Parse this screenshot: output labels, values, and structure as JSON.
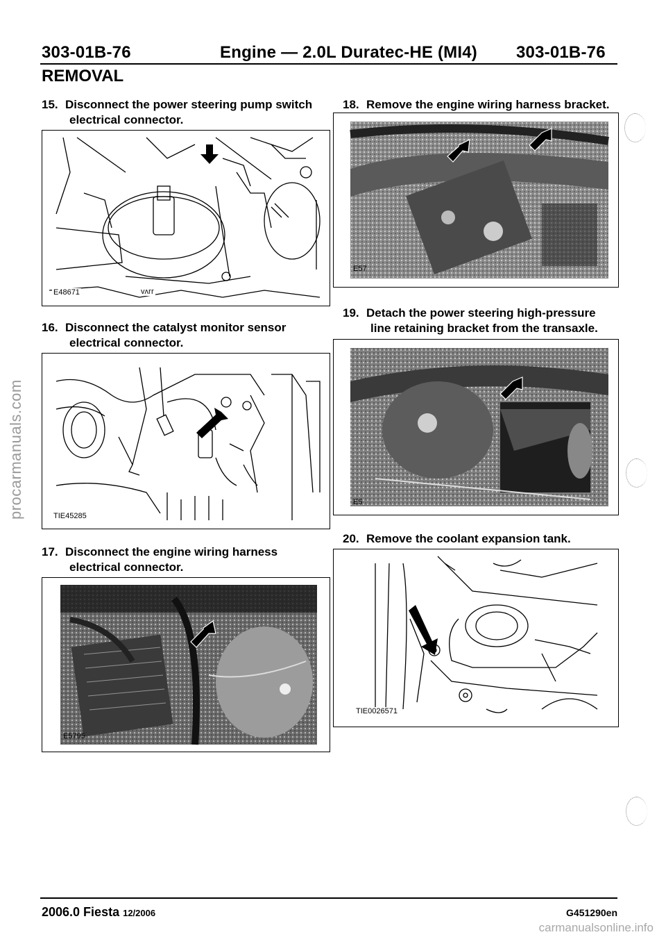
{
  "header": {
    "code_left": "303-01B-76",
    "title": "Engine — 2.0L Duratec-HE (MI4)",
    "code_right": "303-01B-76"
  },
  "section": "REMOVAL",
  "steps": [
    {
      "num": "15.",
      "line1": "Disconnect the power steering pump switch",
      "line2": "electrical connector.",
      "fig_label": "E48671",
      "fig_extra": "ᴠᴧᴦᴦ"
    },
    {
      "num": "16.",
      "line1": "Disconnect the catalyst monitor sensor",
      "line2": "electrical connector.",
      "fig_label": "TIE45285"
    },
    {
      "num": "17.",
      "line1": "Disconnect the engine wiring harness",
      "line2": "electrical connector.",
      "fig_label": "E5795"
    },
    {
      "num": "18.",
      "line1": "Remove the engine wiring harness bracket.",
      "line2": "",
      "fig_label": "E57"
    },
    {
      "num": "19.",
      "line1": "Detach the power steering high-pressure",
      "line2": "line retaining bracket from the transaxle.",
      "fig_label": "E5"
    },
    {
      "num": "20.",
      "line1": "Remove the coolant expansion tank.",
      "line2": "",
      "fig_label": "TIE0026571"
    }
  ],
  "sidebar_watermark": "procarmanuals.com",
  "footer": {
    "model": "2006.0 Fiesta",
    "date": "12/2006",
    "code": "G451290en"
  },
  "bottom_watermark": "carmanualsonline.info"
}
